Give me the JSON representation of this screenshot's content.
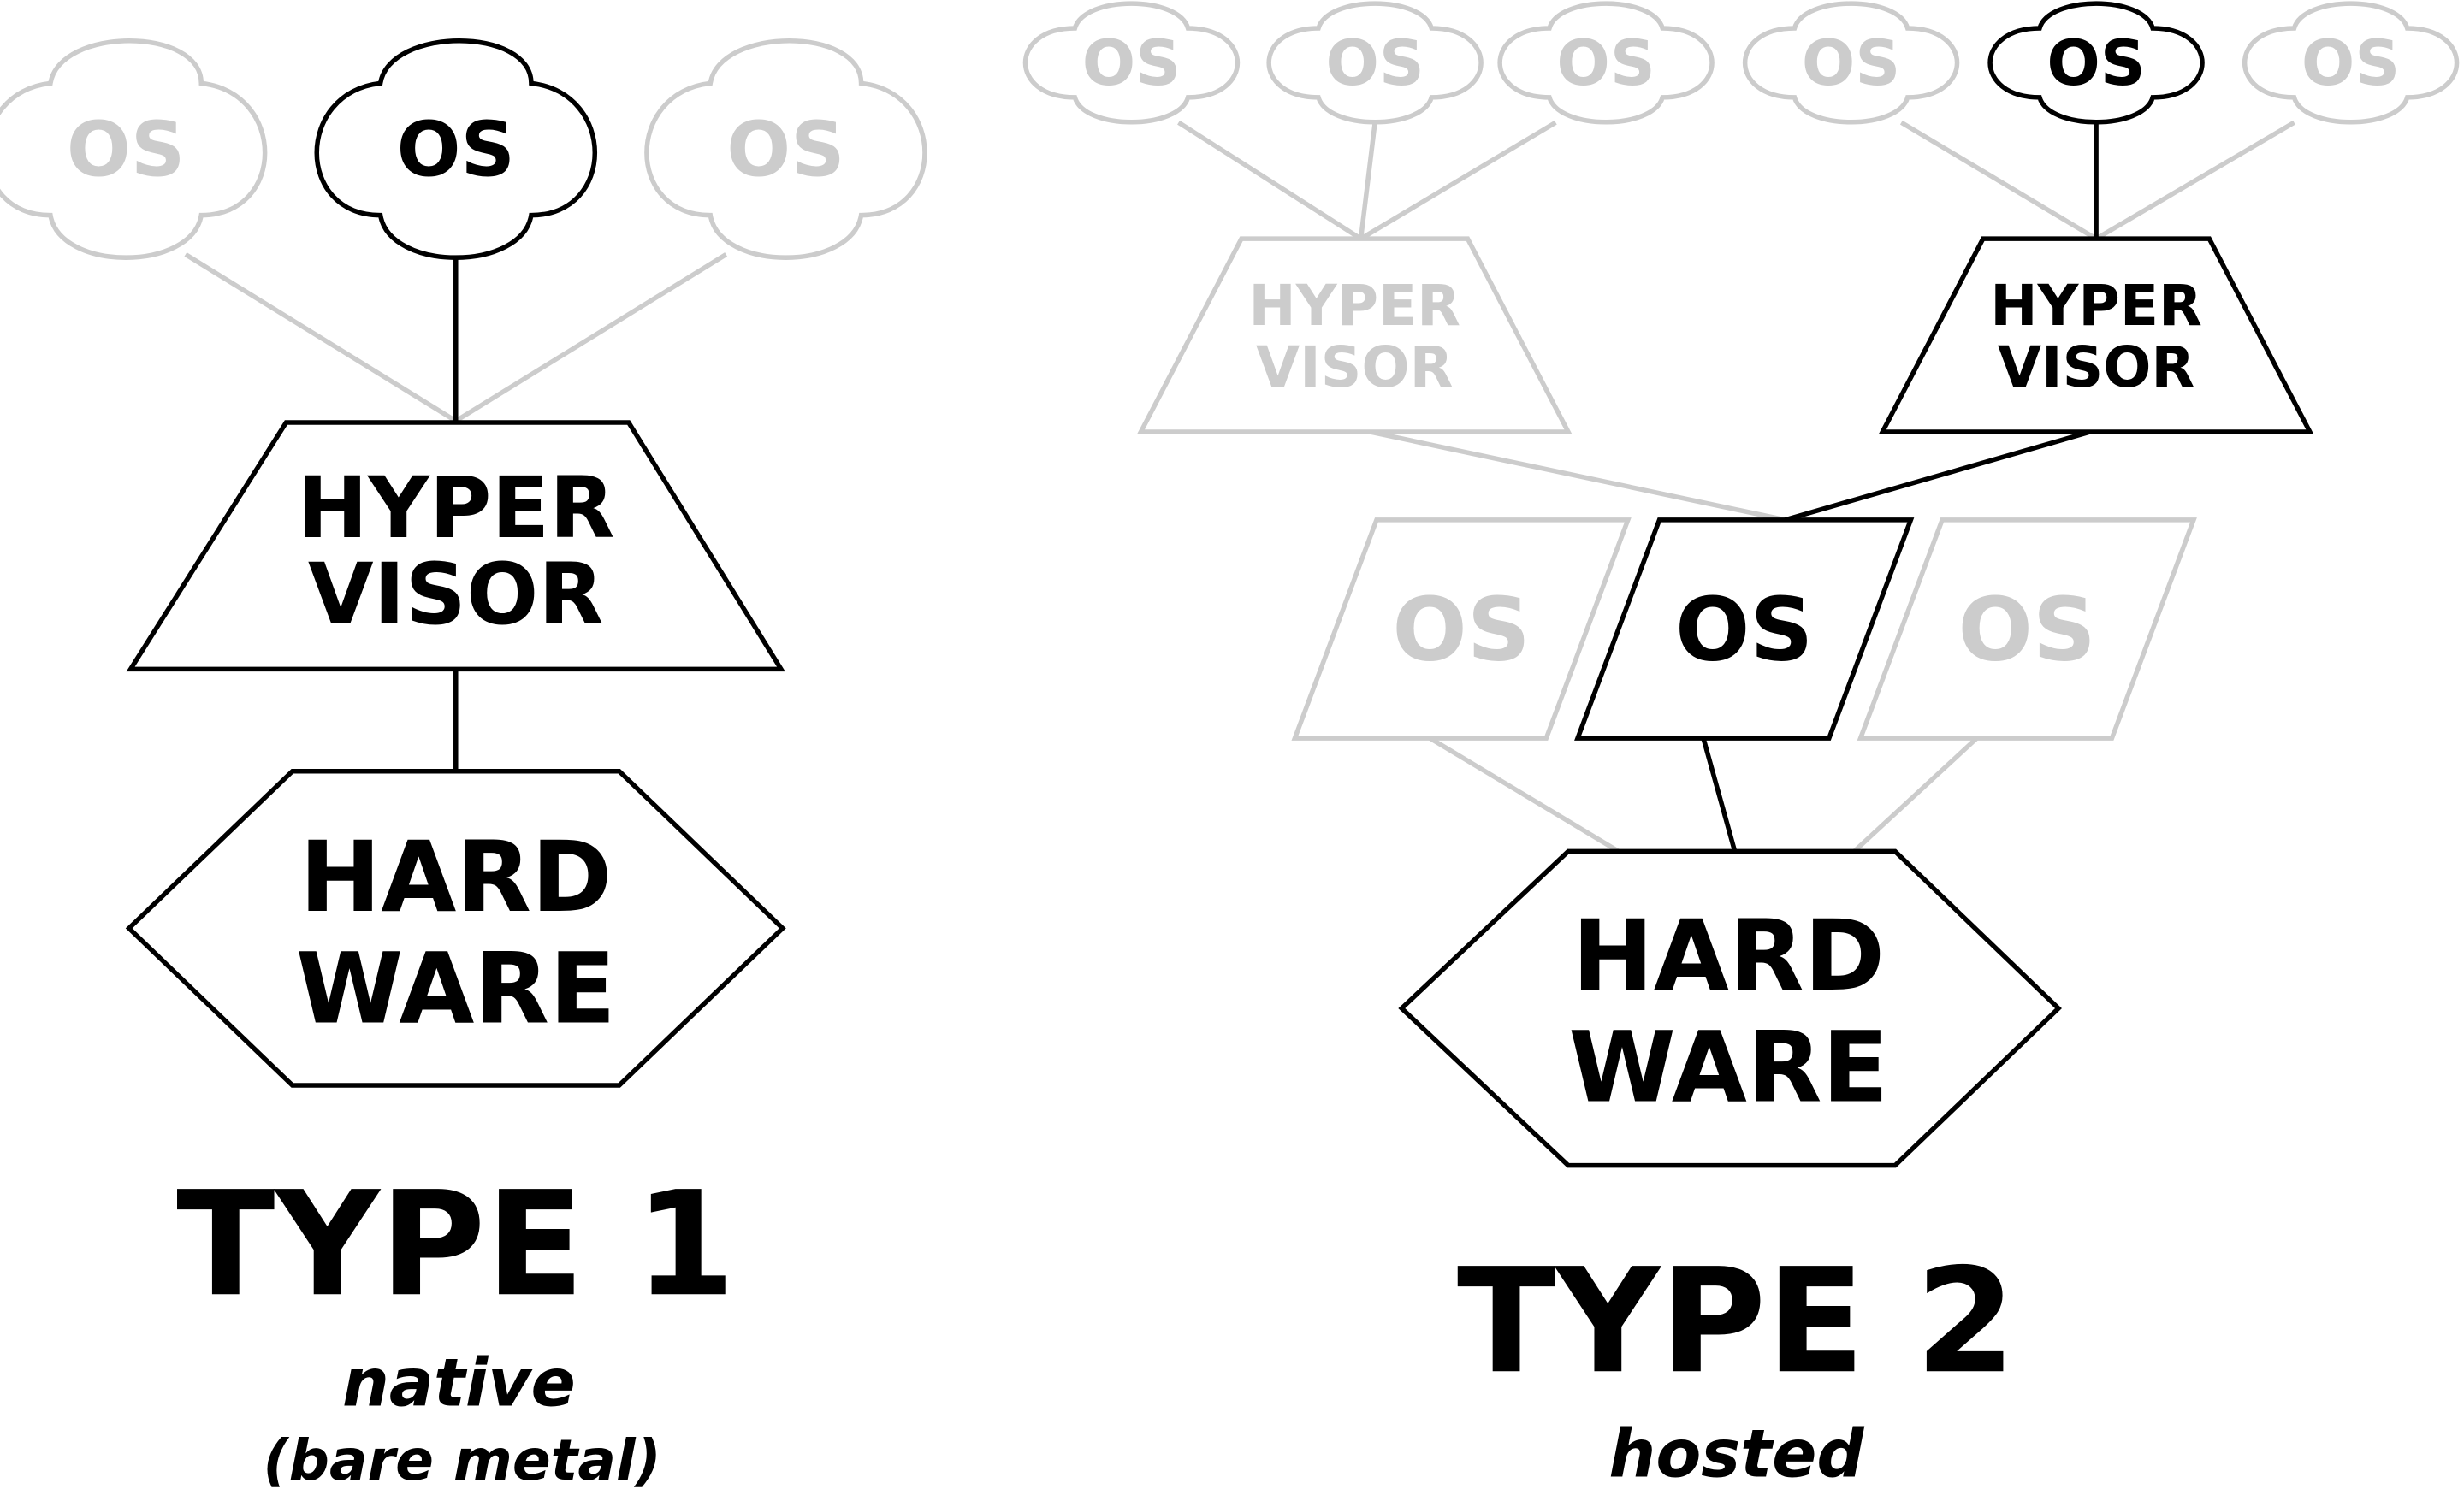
{
  "colors": {
    "active": "#000000",
    "inactive": "#cccccc",
    "background": "#ffffff"
  },
  "labels": {
    "os": "OS",
    "hyper": "HYPER",
    "visor": "VISOR",
    "hard": "HARD",
    "ware": "WARE"
  },
  "type1": {
    "title": "TYPE 1",
    "subtitle": "native",
    "subtitle2": "(bare metal)"
  },
  "type2": {
    "title": "TYPE 2",
    "subtitle": "hosted"
  }
}
